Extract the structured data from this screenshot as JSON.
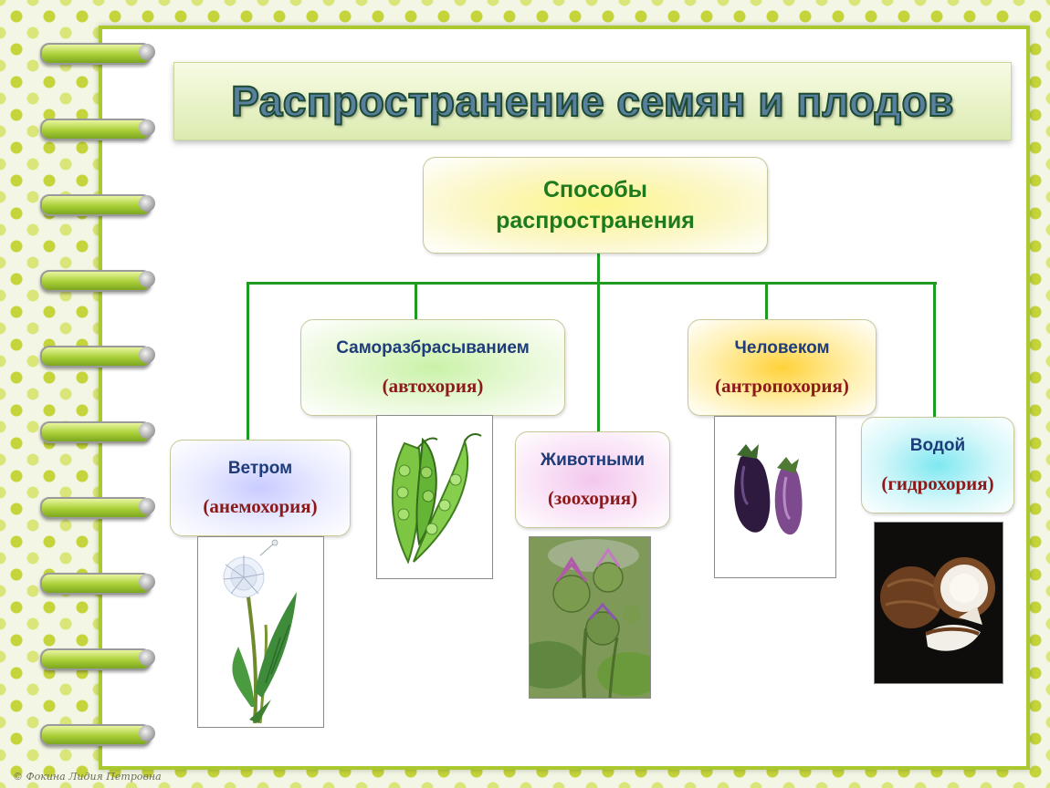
{
  "title": "Распространение семян и плодов",
  "root": {
    "line1": "Способы",
    "line2": "распространения"
  },
  "methods": [
    {
      "label": "Ветром",
      "term": "(анемохория)",
      "photo": "dandelion-photo"
    },
    {
      "label": "Саморазбрасыванием",
      "term": "(автохория)",
      "photo": "pea-pods-photo"
    },
    {
      "label": "Животными",
      "term": "(зоохория)",
      "photo": "burdock-photo"
    },
    {
      "label": "Человеком",
      "term": "(антропохория)",
      "photo": "eggplant-photo"
    },
    {
      "label": "Водой",
      "term": "(гидрохория)",
      "photo": "coconut-photo"
    }
  ],
  "colors": {
    "connector": "#1f9a22",
    "label": "#1f3c7a",
    "term": "#8c1a1a",
    "root_text": "#1d7a1d"
  },
  "copyright": "© Фокина Лидия Петровна"
}
